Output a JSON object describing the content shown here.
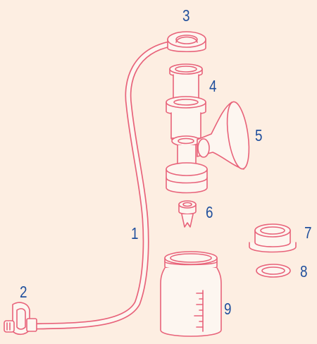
{
  "diagram": {
    "background": "#fdeee2",
    "line_color": "#e8637a",
    "label_color": "#1f4e9c",
    "labels": [
      {
        "id": "1",
        "text": "1"
      },
      {
        "id": "2",
        "text": "2"
      },
      {
        "id": "3",
        "text": "3"
      },
      {
        "id": "4",
        "text": "4"
      },
      {
        "id": "5",
        "text": "5"
      },
      {
        "id": "6",
        "text": "6"
      },
      {
        "id": "7",
        "text": "7"
      },
      {
        "id": "8",
        "text": "8"
      },
      {
        "id": "9",
        "text": "9"
      }
    ]
  }
}
